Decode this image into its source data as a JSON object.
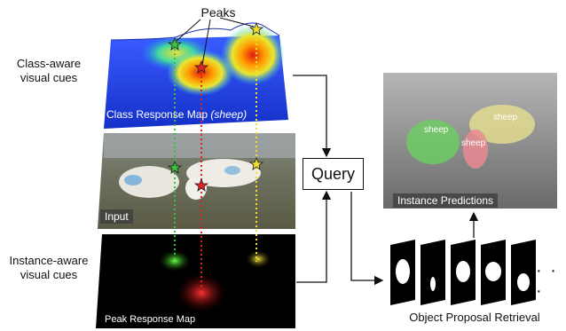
{
  "labels": {
    "peaks": "Peaks",
    "class_aware": "Class-aware\nvisual cues",
    "instance_aware": "Instance-aware\nvisual cues",
    "crm": "Class Response Map",
    "crm_class": "(sheep)",
    "input": "Input",
    "prm": "Peak Response Map",
    "query": "Query",
    "instance_predictions": "Instance Predictions",
    "retrieval": "Object Proposal Retrieval",
    "ellipsis": "· · ·",
    "sheep_1": "sheep",
    "sheep_2": "sheep",
    "sheep_3": "sheep"
  },
  "colors": {
    "peak_green": "#3fbf3f",
    "peak_red": "#e22222",
    "peak_yellow": "#f2e030",
    "map_blue": "#1f3fe0",
    "map_hot": "#e02010"
  }
}
